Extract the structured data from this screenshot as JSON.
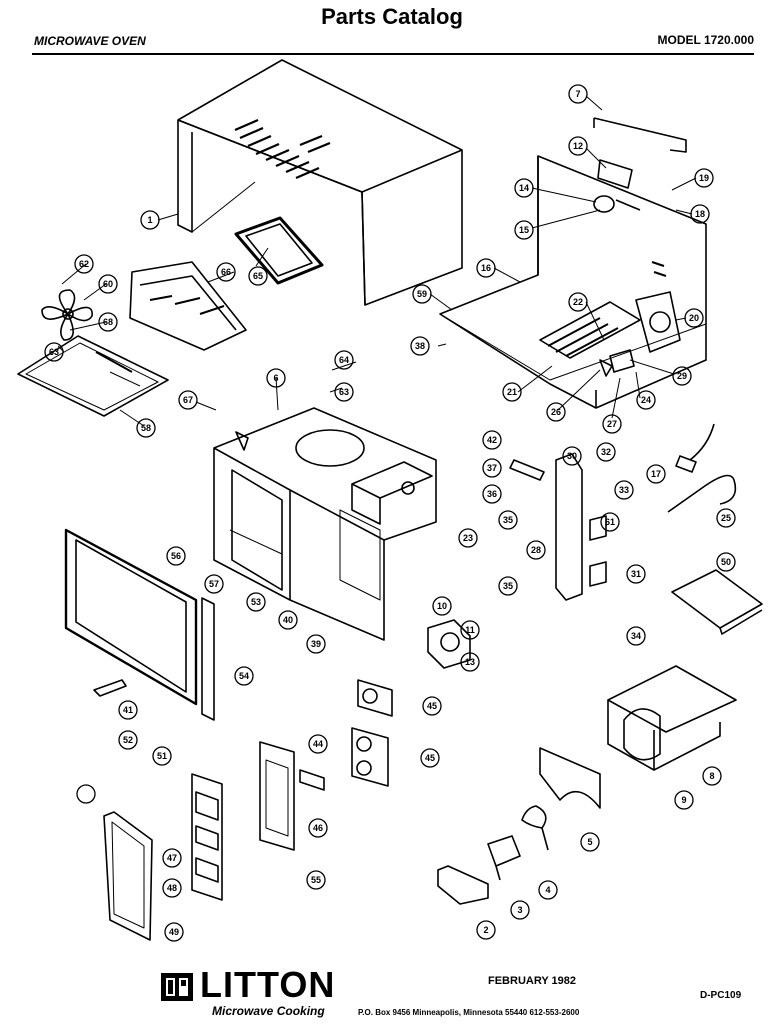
{
  "header": {
    "title": "Parts Catalog",
    "subtitle": "MICROWAVE OVEN",
    "model": "MODEL 1720.000"
  },
  "callouts": [
    "1",
    "2",
    "3",
    "4",
    "5",
    "6",
    "7",
    "8",
    "9",
    "10",
    "11",
    "12",
    "13",
    "14",
    "15",
    "16",
    "17",
    "18",
    "19",
    "20",
    "21",
    "22",
    "23",
    "24",
    "25",
    "26",
    "27",
    "28",
    "29",
    "30",
    "31",
    "32",
    "33",
    "34",
    "35",
    "35",
    "36",
    "37",
    "38",
    "39",
    "40",
    "41",
    "42",
    "44",
    "45",
    "45",
    "46",
    "47",
    "48",
    "49",
    "50",
    "51",
    "52",
    "53",
    "54",
    "55",
    "56",
    "57",
    "58",
    "59",
    "60",
    "61",
    "62",
    "63",
    "63",
    "64",
    "65",
    "66",
    "67",
    "68",
    "60"
  ],
  "footer": {
    "brand": "LITTON",
    "brand_sub": "Microwave Cooking",
    "date": "FEBRUARY 1982",
    "address": "P.O. Box 9456   Minneapolis, Minnesota 55440   612-553-2600",
    "doc_code": "D-PC109"
  }
}
